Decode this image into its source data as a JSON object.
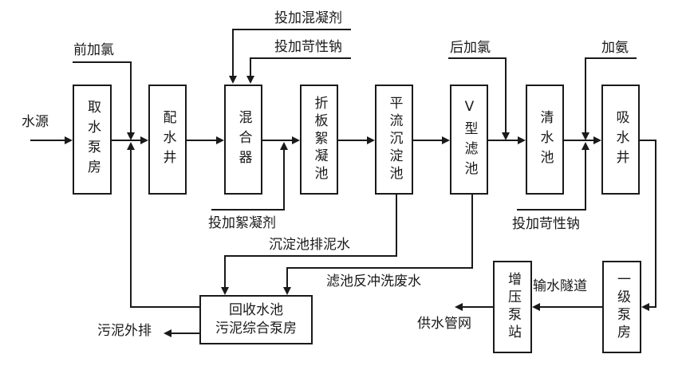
{
  "diagram": {
    "title_hint": "water-treatment-process-flow",
    "colors": {
      "line": "#1a1a1a",
      "background": "#ffffff",
      "box_fill": "#ffffff"
    },
    "boxes": [
      {
        "id": "intake-pump-house",
        "label": "取水泵房"
      },
      {
        "id": "distribution-well",
        "label": "配水井"
      },
      {
        "id": "mixer",
        "label": "混合器"
      },
      {
        "id": "folded-plate-flocculation-tank",
        "label": "折板絮凝池"
      },
      {
        "id": "horizontal-flow-sedimentation-tank",
        "label": "平流沉淀池"
      },
      {
        "id": "v-type-filter",
        "label": "V型滤池"
      },
      {
        "id": "clear-water-tank",
        "label": "清水池"
      },
      {
        "id": "suction-well",
        "label": "吸水井"
      },
      {
        "id": "recycle-tank-sludge-pump-house",
        "label": "回收水池\n污泥综合泵房"
      },
      {
        "id": "booster-pump-station",
        "label": "增压泵站"
      },
      {
        "id": "first-stage-pump-house",
        "label": "一级泵房"
      }
    ],
    "labels": {
      "source": "水源",
      "pre_chlorine": "前加氯",
      "add_coagulant": "投加混凝剂",
      "add_caustic_top": "投加苛性钠",
      "post_chlorine": "后加氯",
      "add_ammonia": "加氨",
      "add_flocculant": "投加絮凝剂",
      "sed_sludge_water": "沉淀池排泥水",
      "backwash_wastewater": "滤池反冲洗废水",
      "add_caustic_bottom": "投加苛性钠",
      "sludge_out": "污泥外排",
      "tunnel": "输水隧道",
      "supply_network": "供水管网"
    }
  }
}
